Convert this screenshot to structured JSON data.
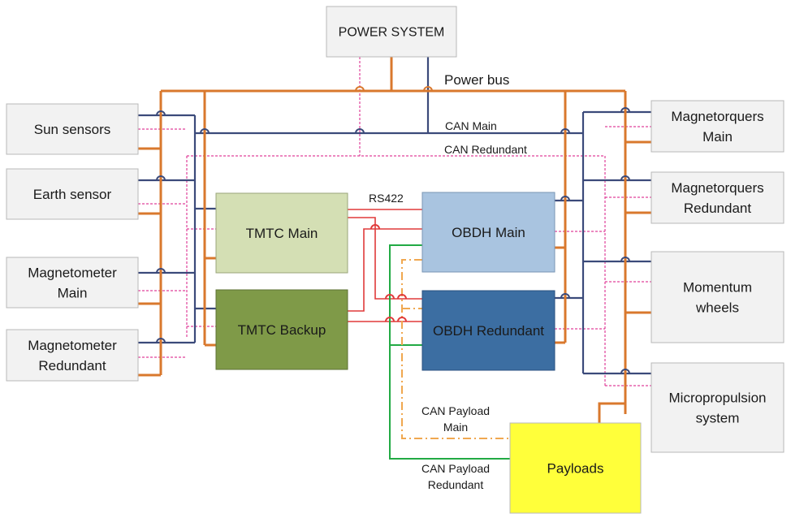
{
  "boxes": {
    "power_system": {
      "lines": [
        "POWER SYSTEM"
      ]
    },
    "sun_sensors": {
      "lines": [
        "Sun sensors"
      ]
    },
    "earth_sensor": {
      "lines": [
        "Earth sensor"
      ]
    },
    "magnetometer_main": {
      "lines": [
        "Magnetometer",
        "Main"
      ]
    },
    "magnetometer_redundant": {
      "lines": [
        "Magnetometer",
        "Redundant"
      ]
    },
    "tmtc_main": {
      "lines": [
        "TMTC Main"
      ]
    },
    "tmtc_backup": {
      "lines": [
        "TMTC Backup"
      ]
    },
    "obdh_main": {
      "lines": [
        "OBDH Main"
      ]
    },
    "obdh_redundant": {
      "lines": [
        "OBDH Redundant"
      ]
    },
    "magnetorquers_main": {
      "lines": [
        "Magnetorquers",
        "Main"
      ]
    },
    "magnetorquers_redundant": {
      "lines": [
        "Magnetorquers",
        "Redundant"
      ]
    },
    "momentum_wheels": {
      "lines": [
        "Momentum",
        "wheels"
      ]
    },
    "micropropulsion_system": {
      "lines": [
        "Micropropulsion",
        "system"
      ]
    },
    "payloads": {
      "lines": [
        "Payloads"
      ]
    }
  },
  "labels": {
    "power_bus": "Power bus",
    "can_main": "CAN Main",
    "can_redundant": "CAN Redundant",
    "rs422": "RS422",
    "can_payload_main_1": "CAN Payload",
    "can_payload_main_2": "Main",
    "can_payload_redundant_1": "CAN Payload",
    "can_payload_redundant_2": "Redundant"
  },
  "colors": {
    "power_bus": "#d9782d",
    "can_main": "#3b4a7a",
    "can_redundant": "#e0409a",
    "rs422": "#e03a3a",
    "can_payload_main": "#f0a850",
    "can_payload_redundant": "#22aa44",
    "gray_box_fill": "#f2f2f2",
    "tmtc_main_fill": "#d4dfb4",
    "tmtc_backup_fill": "#7f9a48",
    "obdh_main_fill": "#a9c4e0",
    "obdh_redundant_fill": "#3c6ea2",
    "payloads_fill": "#ffff3a"
  }
}
